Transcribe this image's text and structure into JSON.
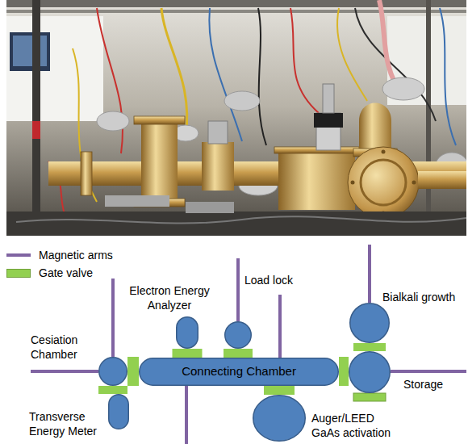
{
  "diagram": {
    "nodes": [
      {
        "text": [
          "Electron Energy Analyzer"
        ]
      },
      {
        "text": [
          "Load lock"
        ]
      },
      {
        "text": [
          "Bialkali growth"
        ]
      },
      {
        "text": [
          "Cesiation Chamber"
        ]
      },
      {
        "text": [
          "Connecting Chamber"
        ]
      },
      {
        "text": [
          "Storage"
        ]
      },
      {
        "text": [
          "Transverse Energy Meter"
        ]
      },
      {
        "text": [
          "Auger/LEED GaAs activation"
        ]
      }
    ],
    "edges": [
      {
        "from": 3,
        "to": 4,
        "arrow": "none"
      },
      {
        "from": 3,
        "to": 6,
        "arrow": "none"
      },
      {
        "from": 0,
        "to": 4,
        "arrow": "none"
      },
      {
        "from": 1,
        "to": 4,
        "arrow": "none"
      },
      {
        "from": 4,
        "to": 5,
        "arrow": "none"
      },
      {
        "from": 2,
        "to": 5,
        "arrow": "none"
      },
      {
        "from": 4,
        "to": 7,
        "arrow": "none"
      }
    ],
    "legend": [
      {
        "text": "Magnetic arms"
      },
      {
        "text": "Gate valve",
        "color": "#92d050"
      }
    ]
  }
}
